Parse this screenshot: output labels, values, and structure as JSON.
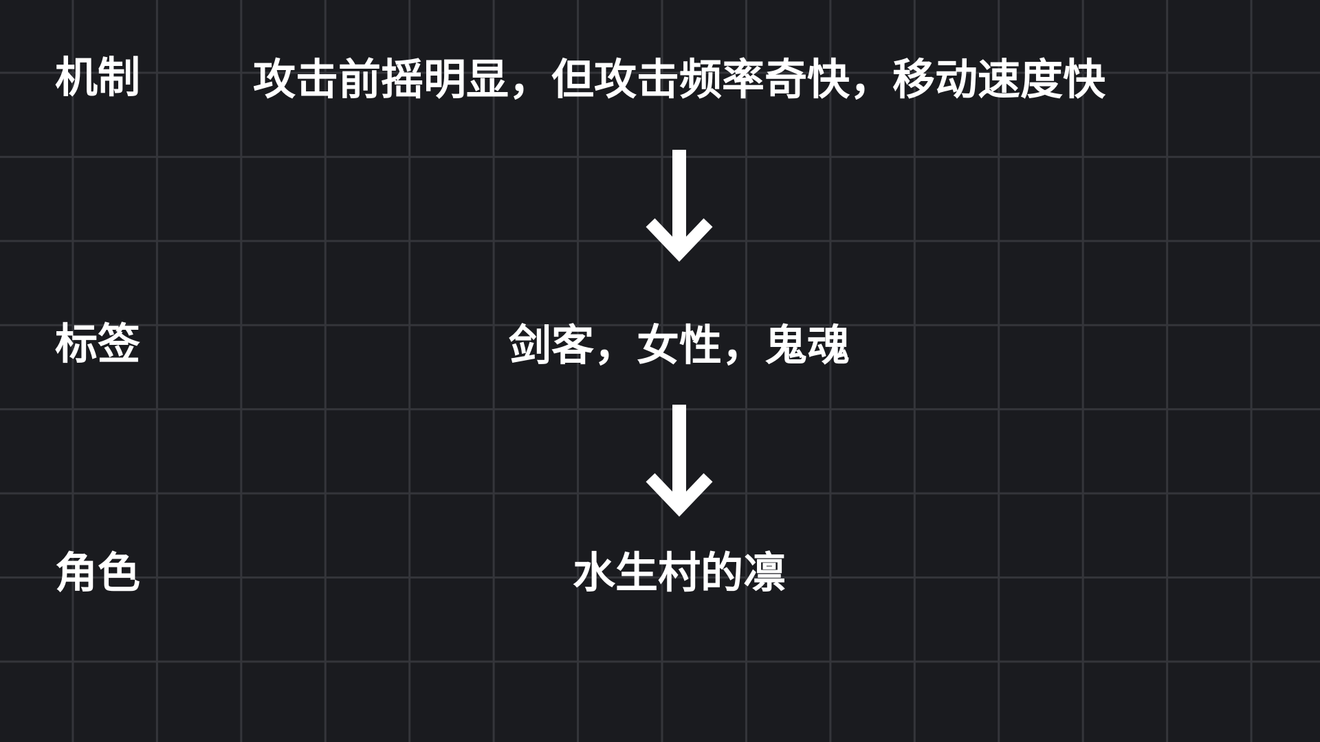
{
  "rows": [
    {
      "label": "机制",
      "text": "攻击前摇明显，但攻击频率奇快，移动速度快"
    },
    {
      "label": "标签",
      "text": "剑客，女性，鬼魂"
    },
    {
      "label": "角色",
      "text": "水生村的凛"
    }
  ],
  "colors": {
    "background": "#1a1b1f",
    "grid": "#34353a",
    "text": "#ffffff"
  },
  "icons": {
    "arrow_1": "arrow-down-icon",
    "arrow_2": "arrow-down-icon"
  }
}
